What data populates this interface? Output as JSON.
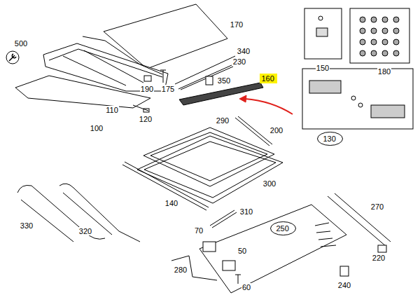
{
  "diagram": {
    "nodes": [
      {
        "text": [
          "160"
        ]
      },
      {
        "text": [
          "130"
        ]
      },
      {
        "text": [
          "250"
        ]
      }
    ],
    "labels": [
      "500",
      "170",
      "340",
      "230",
      "190",
      "175",
      "350",
      "110",
      "120",
      "100",
      "290",
      "200",
      "150",
      "180",
      "140",
      "300",
      "310",
      "330",
      "320",
      "270",
      "220",
      "70",
      "50",
      "280",
      "60",
      "240"
    ]
  }
}
